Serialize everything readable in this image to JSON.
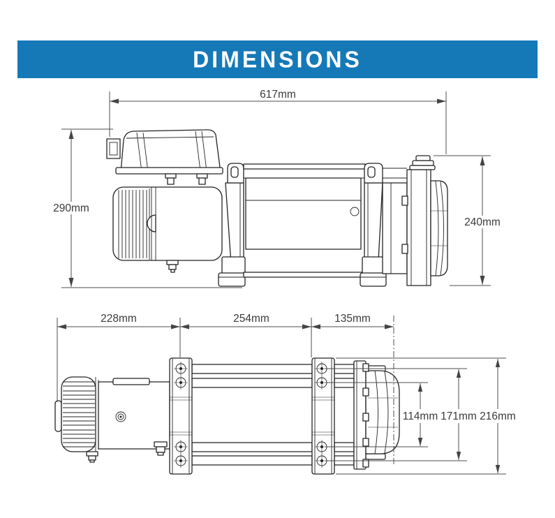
{
  "header": {
    "title": "DIMENSIONS"
  },
  "colors": {
    "banner_bg": "#1579B8",
    "banner_text": "#FFFFFF",
    "drawing_line": "#232323",
    "dimension_line": "#4D4D4D",
    "dimension_text": "#3A3A3A"
  },
  "side_view": {
    "overall_length": "617mm",
    "overall_height": "290mm",
    "gear_end_height": "240mm"
  },
  "rear_view": {
    "motor_section_length": "228mm",
    "drum_section_length": "254mm",
    "clutch_section_length": "135mm",
    "bolt_row_spacing": "114mm",
    "mid_height": "171mm",
    "overall_height": "216mm"
  }
}
